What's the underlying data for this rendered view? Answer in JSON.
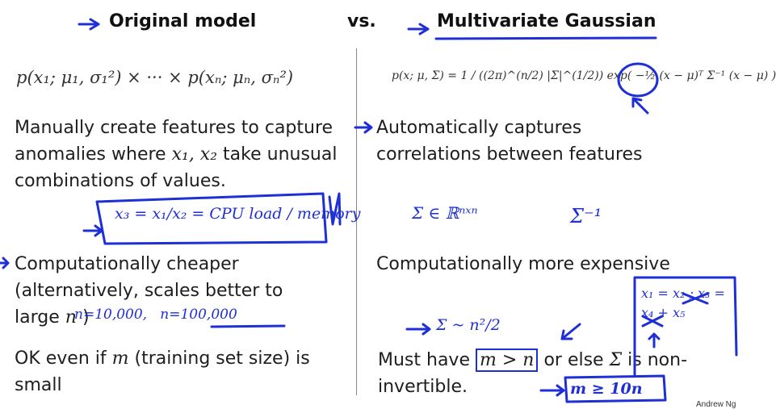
{
  "header": {
    "left": "Original model",
    "vs": "vs.",
    "right": "Multivariate Gaussian"
  },
  "left": {
    "formula": "p(x₁; μ₁, σ₁²) × ··· × p(xₙ; μₙ, σₙ²)",
    "para1": "Manually create features to capture anomalies where",
    "para1_vars": "x₁, x₂",
    "para1_end": "take unusual combinations of values.",
    "para2": "Computationally cheaper (alternatively, scales better to large",
    "para2_var": "n",
    "para2_end": ")",
    "para3_start": "OK even if",
    "para3_var": "m",
    "para3_end": "(training set size) is small"
  },
  "right": {
    "formula": "p(x; μ, Σ) = 1 / ((2π)^(n/2) |Σ|^(1/2)) exp( −½ (x − μ)ᵀ Σ⁻¹ (x − μ) )",
    "para1": "Automatically captures correlations between features",
    "para2": "Computationally more expensive",
    "para3_start": "Must have",
    "para3_cond": "m > n",
    "para3_mid": "or else",
    "para3_sym": "Σ",
    "para3_end": "is non-invertible."
  },
  "handwriting": {
    "feature_eq": "x₃ = x₁/x₂ = CPU load / memory",
    "n_values": "n=10,000,   n=100,000",
    "sigma_space": "Σ ∈ ℝⁿˣⁿ",
    "sigma_inv": "Σ⁻¹",
    "cost": "Σ ~ n²/2",
    "dup_features": "x₁ = x₂ ; x₃ = x₄ + x₅",
    "m_rule": "m ≥ 10n"
  },
  "credit": "Andrew Ng",
  "colors": {
    "ink": "#1f2fd6",
    "text": "#1e1e1e",
    "divider": "#888888"
  }
}
